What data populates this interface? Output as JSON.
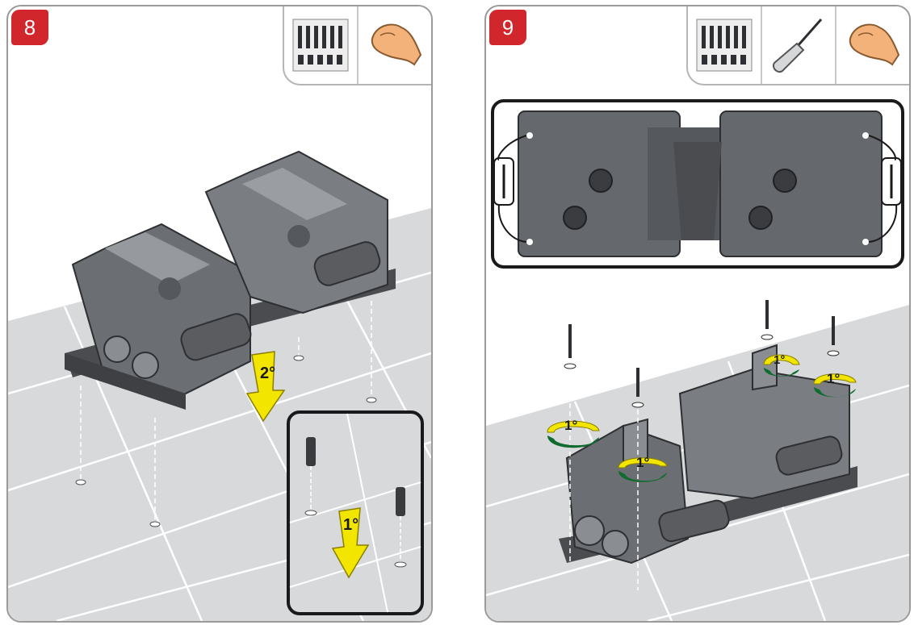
{
  "steps": [
    {
      "number": "8",
      "tools": [
        "screw-kit-icon",
        "hand-icon"
      ]
    },
    {
      "number": "9",
      "tools": [
        "screw-kit-icon",
        "screwdriver-icon",
        "hand-icon"
      ]
    }
  ],
  "labels": {
    "p8_second": "2°",
    "p8_first": "1°",
    "p9_rot_a": "1°",
    "p9_rot_b": "1°",
    "p9_rot_c": "1°",
    "p9_rot_d": "1°"
  },
  "colors": {
    "badge": "#d0262c",
    "arrow_yellow": "#f2e600",
    "rotate_green": "#0f6b2e",
    "housing": "#6b6e73",
    "floor": "#d7d8da"
  }
}
